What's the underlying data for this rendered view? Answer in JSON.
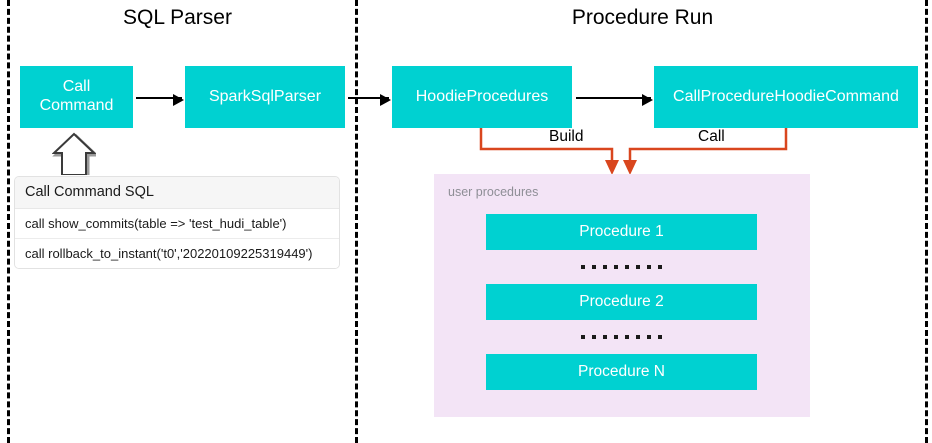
{
  "sections": {
    "left_title": "SQL Parser",
    "right_title": "Procedure Run"
  },
  "boxes": {
    "call_command": "Call\nCommand",
    "spark_sql_parser": "SparkSqlParser",
    "hoodie_procedures": "HoodieProcedures",
    "call_procedure_hoodie_command": "CallProcedureHoodieCommand"
  },
  "edges": {
    "build_label": "Build",
    "call_label": "Call"
  },
  "sql_card": {
    "header": "Call Command SQL",
    "rows": [
      "call show_commits(table => 'test_hudi_table')",
      "call rollback_to_instant('t0','20220109225319449')"
    ]
  },
  "procedures_panel": {
    "caption": "user procedures",
    "items": [
      "Procedure 1",
      "Procedure 2",
      "Procedure N"
    ],
    "ellipsis": "......."
  },
  "colors": {
    "box_teal": "#00d1d1",
    "panel_lavender": "#f3e4f6",
    "connector_orange": "#d9461e",
    "divider_black": "#000000",
    "text_white": "#ffffff",
    "caption_gray": "#8e8e96"
  }
}
